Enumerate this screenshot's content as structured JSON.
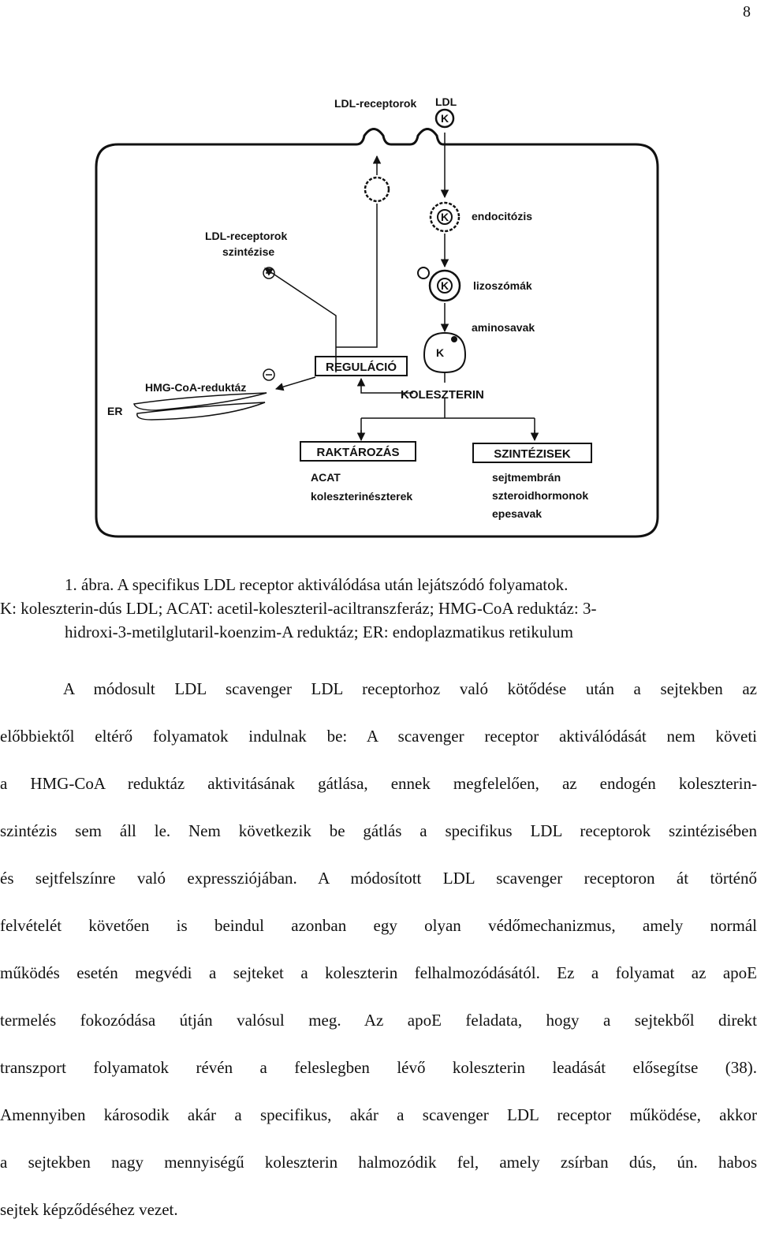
{
  "page_number": "8",
  "figure": {
    "labels": {
      "ldl_receptors": "LDL-receptorok",
      "ldl": "LDL",
      "k": "K",
      "endocytosis": "endocitózis",
      "lysosomes": "lizoszómák",
      "amino_acids": "aminosavak",
      "receptor_synthesis_1": "LDL-receptorok",
      "receptor_synthesis_2": "szintézise",
      "regulation": "REGULÁCIÓ",
      "hmg_coa": "HMG-CoA-reduktáz",
      "er": "ER",
      "cholesterol": "KOLESZTERIN",
      "storage": "RAKTÁROZÁS",
      "acat": "ACAT",
      "cholesterol_esters": "koleszterinészterek",
      "syntheses": "SZINTÉZISEK",
      "cell_membrane": "sejtmembrán",
      "steroid_hormones": "szteroidhormonok",
      "bile_acids": "epesavak"
    }
  },
  "caption": {
    "line1": "1. ábra. A specifikus LDL receptor aktiválódása után lejátszódó folyamatok.",
    "line2": "K: koleszterin-dús LDL; ACAT: acetil-koleszteril-aciltranszferáz; HMG-CoA reduktáz: 3-",
    "line3": "hidroxi-3-metilglutaril-koenzim-A reduktáz; ER: endoplazmatikus retikulum"
  },
  "body_lines": [
    "A módosult LDL scavenger LDL receptorhoz való kötődése után a sejtekben az",
    "előbbiektől eltérő folyamatok indulnak be: A scavenger receptor aktiválódását nem követi",
    "a HMG-CoA reduktáz aktivitásának gátlása, ennek megfelelően, az endogén koleszterin-",
    "szintézis sem áll le. Nem következik be gátlás a specifikus LDL receptorok szintézisében",
    "és sejtfelszínre való expressziójában. A módosított LDL scavenger receptoron át történő",
    "felvételét követően is beindul azonban egy olyan védőmechanizmus, amely normál",
    "működés esetén megvédi a sejteket a koleszterin felhalmozódásától. Ez a folyamat az apoE",
    "termelés fokozódása útján valósul meg. Az apoE feladata, hogy a sejtekből direkt",
    "transzport folyamatok révén a feleslegben lévő koleszterin leadását elősegítse (38).",
    "Amennyiben károsodik akár a specifikus, akár a scavenger LDL receptor működése, akkor",
    "a sejtekben nagy mennyiségű koleszterin halmozódik fel, amely zsírban dús, ún. habos",
    "sejtek képződéséhez vezet."
  ]
}
